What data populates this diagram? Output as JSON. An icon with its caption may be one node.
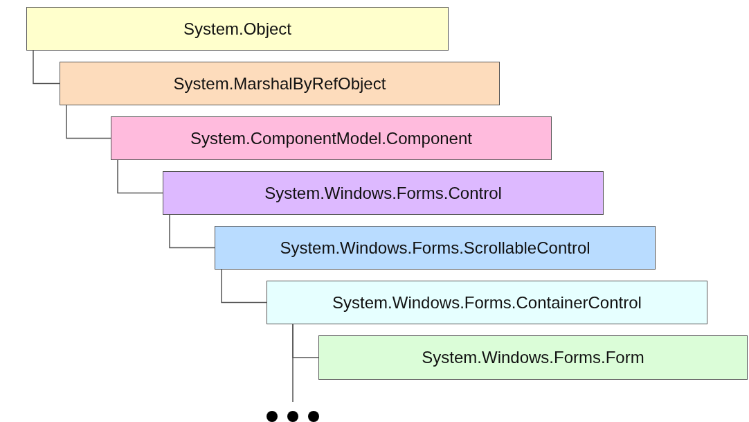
{
  "diagram": {
    "nodes": [
      {
        "text": [
          "System.Object"
        ]
      },
      {
        "text": [
          "System.MarshalByRefObject"
        ]
      },
      {
        "text": [
          "System.ComponentModel.Component"
        ]
      },
      {
        "text": [
          "System.Windows.Forms.Control"
        ]
      },
      {
        "text": [
          "System.Windows.Forms.ScrollableControl"
        ]
      },
      {
        "text": [
          "System.Windows.Forms.ContainerControl"
        ]
      },
      {
        "text": [
          "System.Windows.Forms.Form"
        ]
      },
      {
        "text": [],
        "shape": "dots"
      }
    ],
    "edges": [
      {
        "from": 0,
        "to": 1,
        "arrow": "none"
      },
      {
        "from": 1,
        "to": 2,
        "arrow": "none"
      },
      {
        "from": 2,
        "to": 3,
        "arrow": "none"
      },
      {
        "from": 3,
        "to": 4,
        "arrow": "none"
      },
      {
        "from": 4,
        "to": 5,
        "arrow": "none"
      },
      {
        "from": 5,
        "to": 6,
        "arrow": "none"
      },
      {
        "from": 5,
        "to": 7,
        "arrow": "none"
      }
    ]
  }
}
